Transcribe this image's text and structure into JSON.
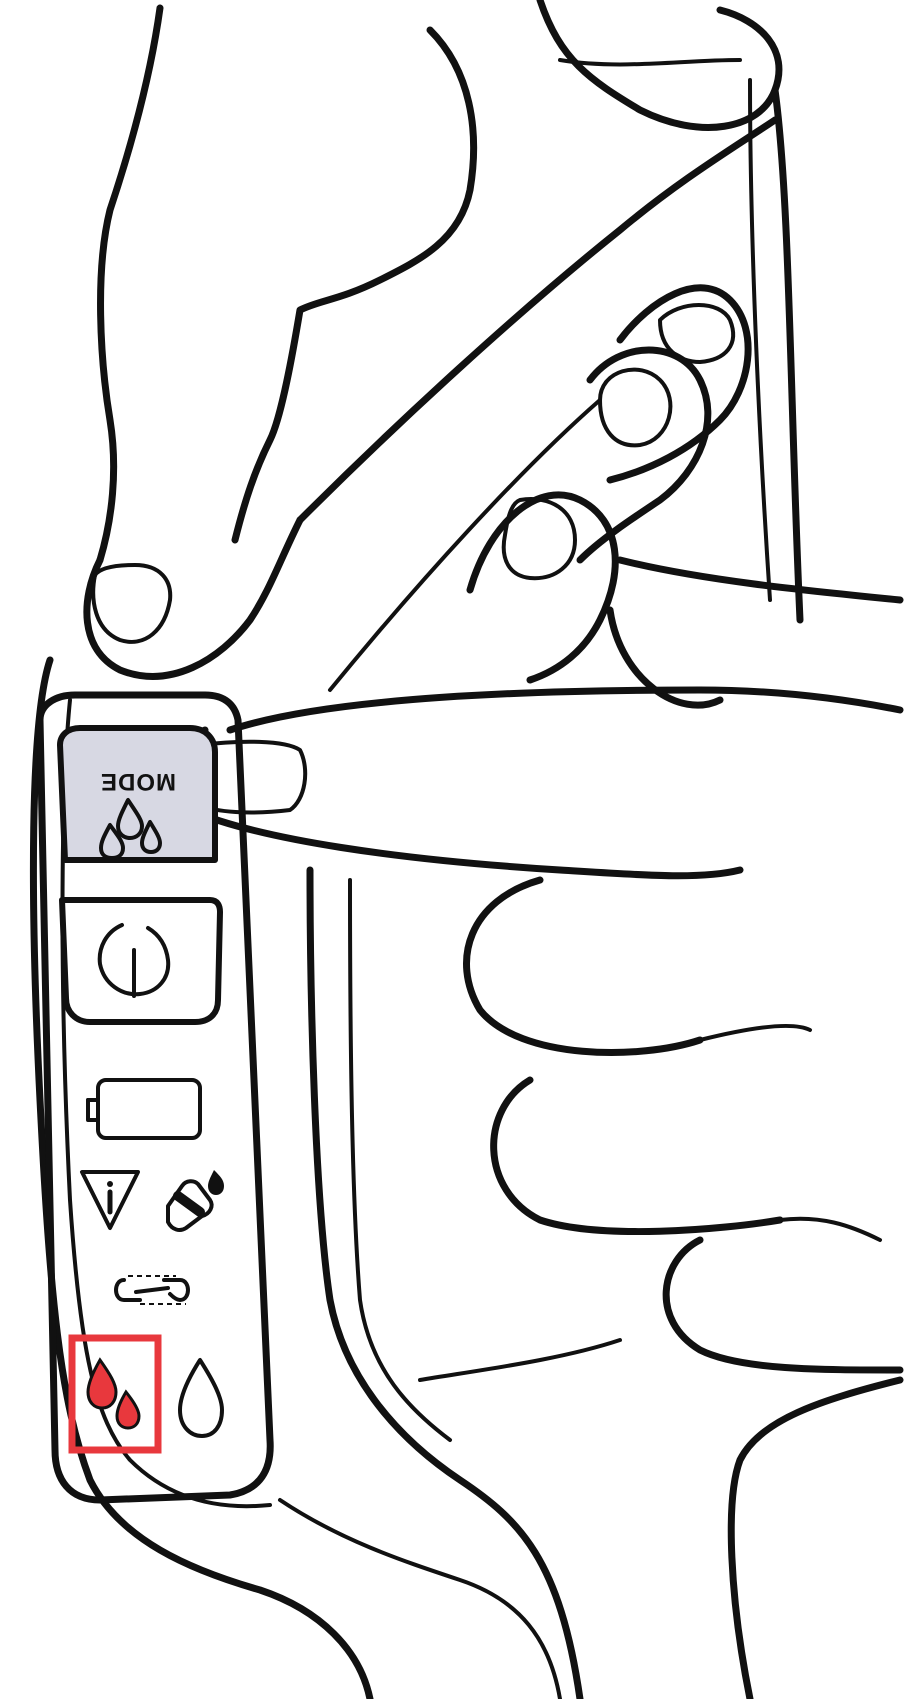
{
  "device_buttons": {
    "mode_label": "MODE",
    "mode_icon": "three-drops-icon",
    "power_icon": "power-icon"
  },
  "status_indicators": [
    {
      "name": "battery",
      "icon": "battery-icon"
    },
    {
      "name": "warning",
      "icon": "info-warning-icon"
    },
    {
      "name": "sensor-contact",
      "icon": "sensor-icon"
    },
    {
      "name": "connection",
      "icon": "link-icon"
    },
    {
      "name": "mode-multi",
      "icon": "two-drops-icon",
      "active": true
    },
    {
      "name": "mode-single",
      "icon": "single-drop-icon",
      "active": false
    }
  ],
  "colors": {
    "ink": "#111111",
    "mode_button_fill": "#d7d8e3",
    "highlight": "#e8383d",
    "active_drop": "#e8383d",
    "background": "#ffffff"
  }
}
